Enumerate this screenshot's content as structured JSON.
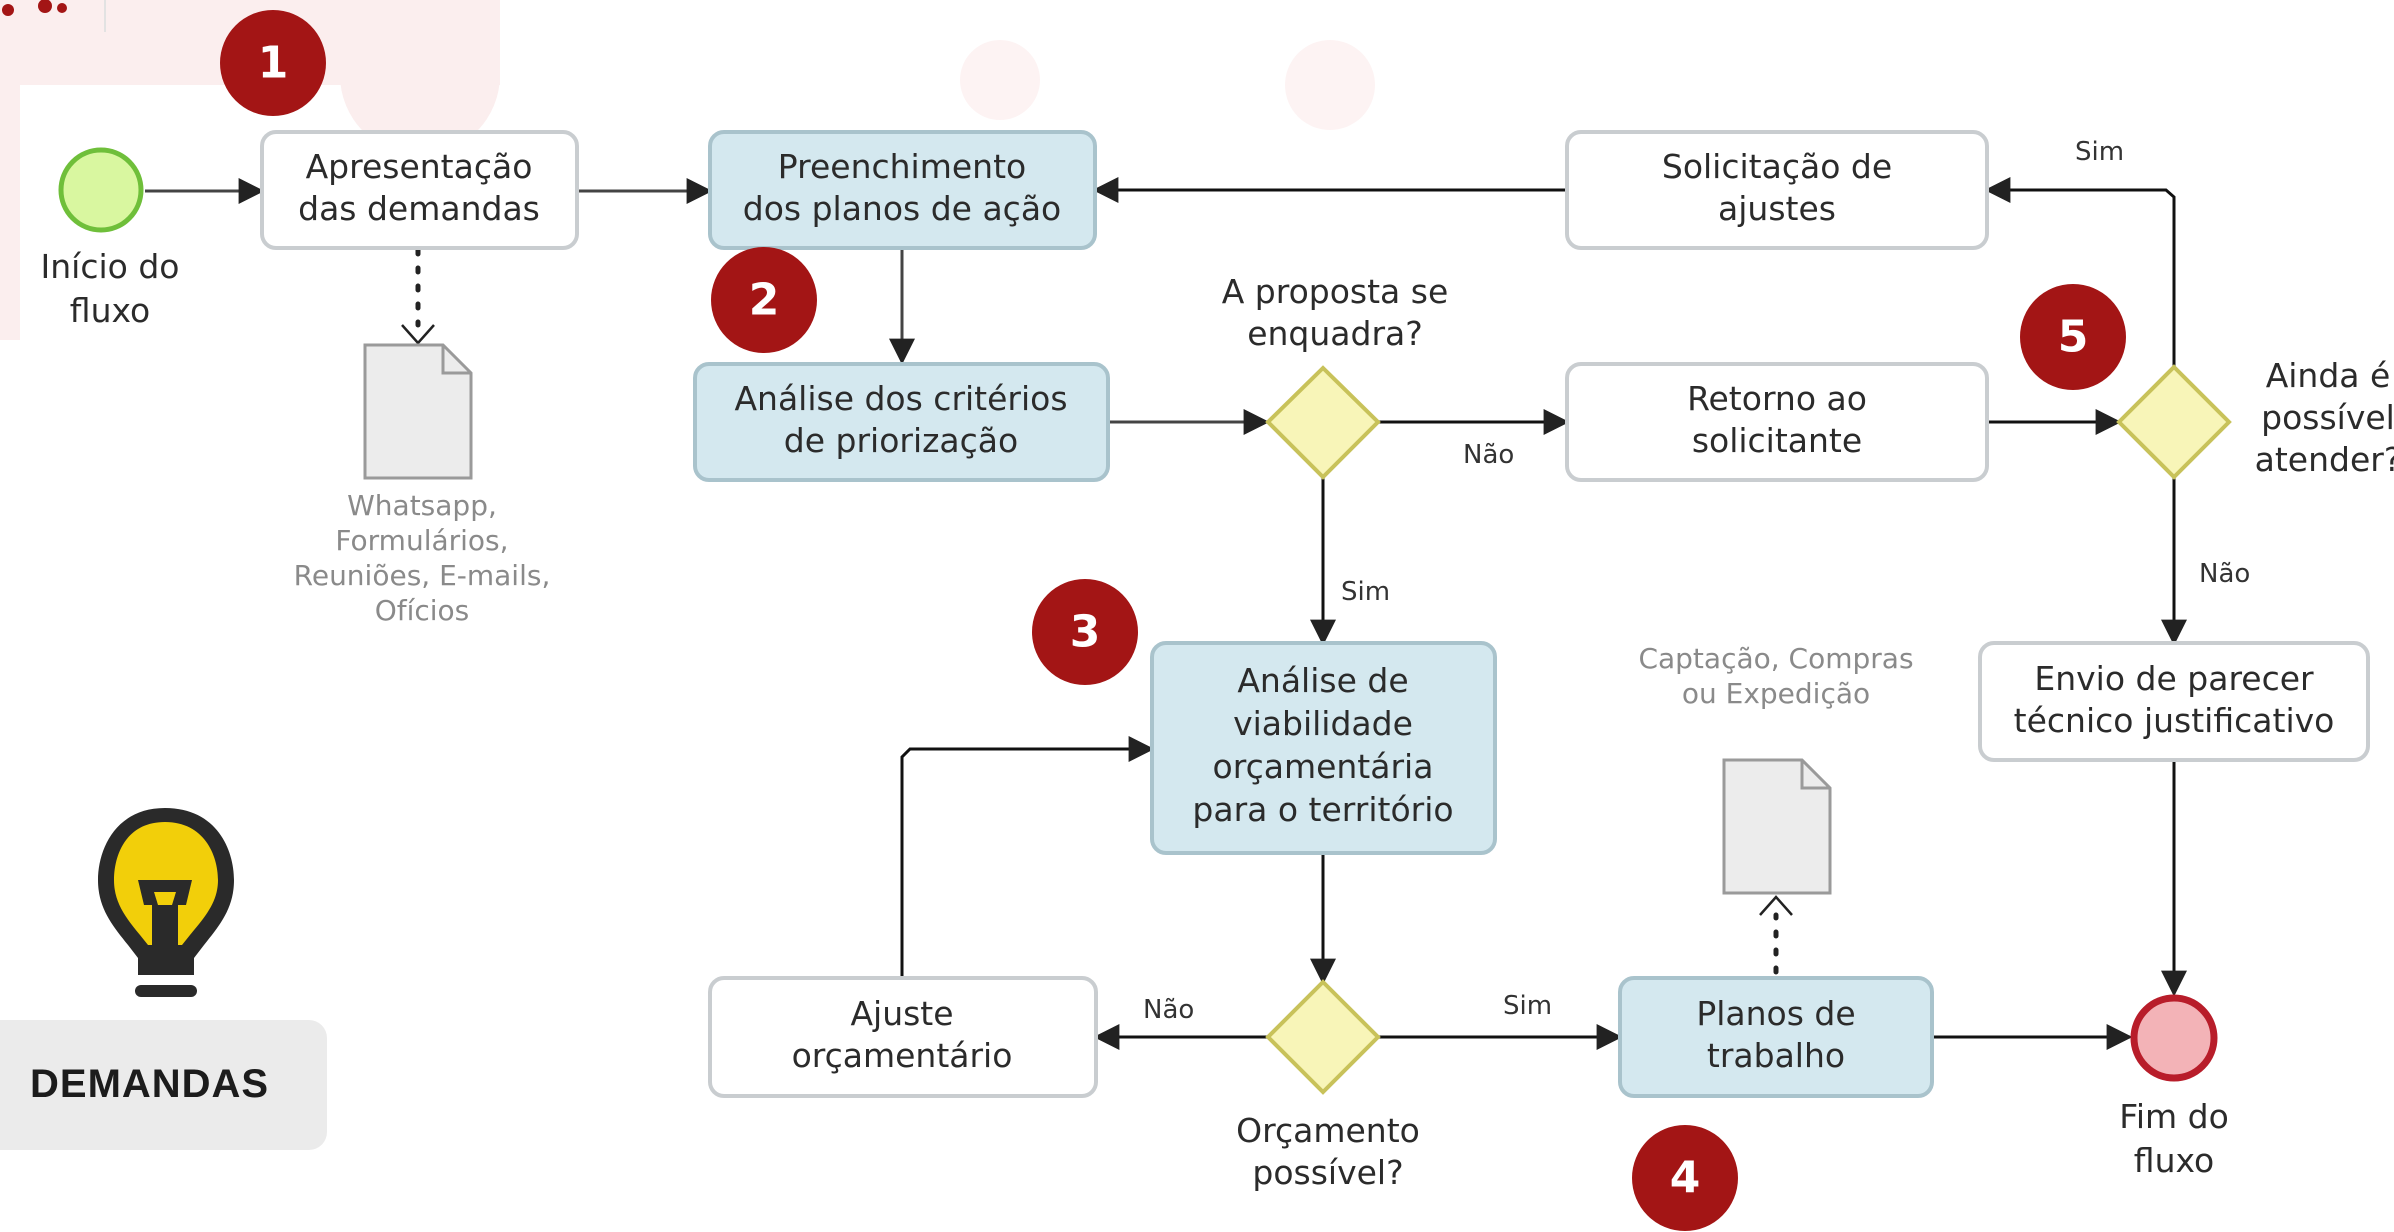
{
  "start_event": {
    "label_lines": [
      "Início do",
      "fluxo"
    ]
  },
  "end_event": {
    "label_lines": [
      "Fim do",
      "fluxo"
    ]
  },
  "tasks": {
    "apresentacao": {
      "lines": [
        "Apresentação",
        "das demandas"
      ]
    },
    "preenchimento": {
      "lines": [
        "Preenchimento",
        "dos planos de ação"
      ]
    },
    "analise_criterios": {
      "lines": [
        "Análise dos critérios",
        "de priorização"
      ]
    },
    "solicitacao": {
      "lines": [
        "Solicitação de",
        "ajustes"
      ]
    },
    "retorno": {
      "lines": [
        "Retorno ao",
        "solicitante"
      ]
    },
    "viabilidade": {
      "lines": [
        "Análise de",
        "viabilidade",
        "orçamentária",
        "para o território"
      ]
    },
    "envio_parecer": {
      "lines": [
        "Envio de parecer",
        "técnico justificativo"
      ]
    },
    "ajuste": {
      "lines": [
        "Ajuste",
        "orçamentário"
      ]
    },
    "planos_trabalho": {
      "lines": [
        "Planos de",
        "trabalho"
      ]
    }
  },
  "gateways": {
    "proposta": {
      "lines": [
        "A proposta se",
        "enquadra?"
      ]
    },
    "possivel": {
      "lines": [
        "Ainda é",
        "possível",
        "atender?"
      ]
    },
    "orcamento": {
      "lines": [
        "Orçamento",
        "possível?"
      ]
    }
  },
  "edge_labels": {
    "sim_top": "Sim",
    "nao_retorno": "Não",
    "sim_viabilidade": "Sim",
    "nao_envio": "Não",
    "nao_ajuste": "Não",
    "sim_planos": "Sim"
  },
  "data_objects": {
    "canais": {
      "lines": [
        "Whatsapp,",
        "Formulários,",
        "Reuniões, E-mails,",
        "Ofícios"
      ]
    },
    "destinos": {
      "lines": [
        "Captação, Compras",
        "ou Expedição"
      ]
    }
  },
  "step_badges": [
    "1",
    "2",
    "3",
    "4",
    "5"
  ],
  "category_badge": {
    "label": "DEMANDAS",
    "icon": "lightbulb-icon"
  },
  "colors": {
    "badge_red": "#a31515",
    "task_highlight": "#d4e8ef",
    "gateway_fill": "#f8f5b8",
    "start_fill": "#d9f7a0",
    "end_fill": "#f3b3b7",
    "bulb_yellow": "#f2cf0a"
  }
}
